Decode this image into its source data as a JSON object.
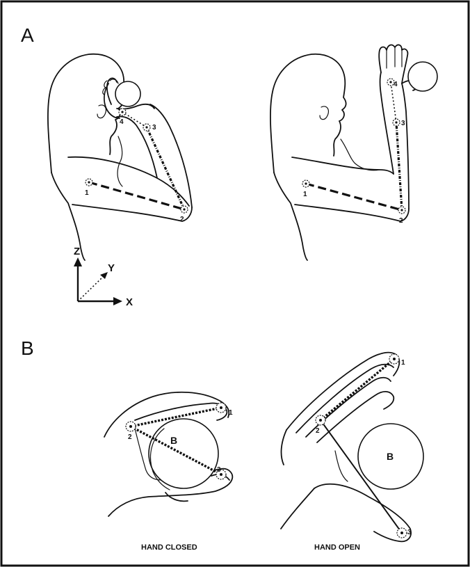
{
  "panels": {
    "a": {
      "letter": "A"
    },
    "b": {
      "letter": "B"
    }
  },
  "axes": {
    "z": "Z",
    "y": "Y",
    "x": "X"
  },
  "arm_left": {
    "joints": [
      "1",
      "2",
      "3",
      "4"
    ]
  },
  "arm_right": {
    "joints": [
      "1",
      "2",
      "3",
      "4"
    ]
  },
  "hand_closed": {
    "joints": [
      "1",
      "2",
      "3"
    ],
    "ball": "B",
    "caption": "HAND CLOSED"
  },
  "hand_open": {
    "joints": [
      "1",
      "2",
      "3"
    ],
    "ball": "B",
    "caption": "HAND OPEN"
  }
}
